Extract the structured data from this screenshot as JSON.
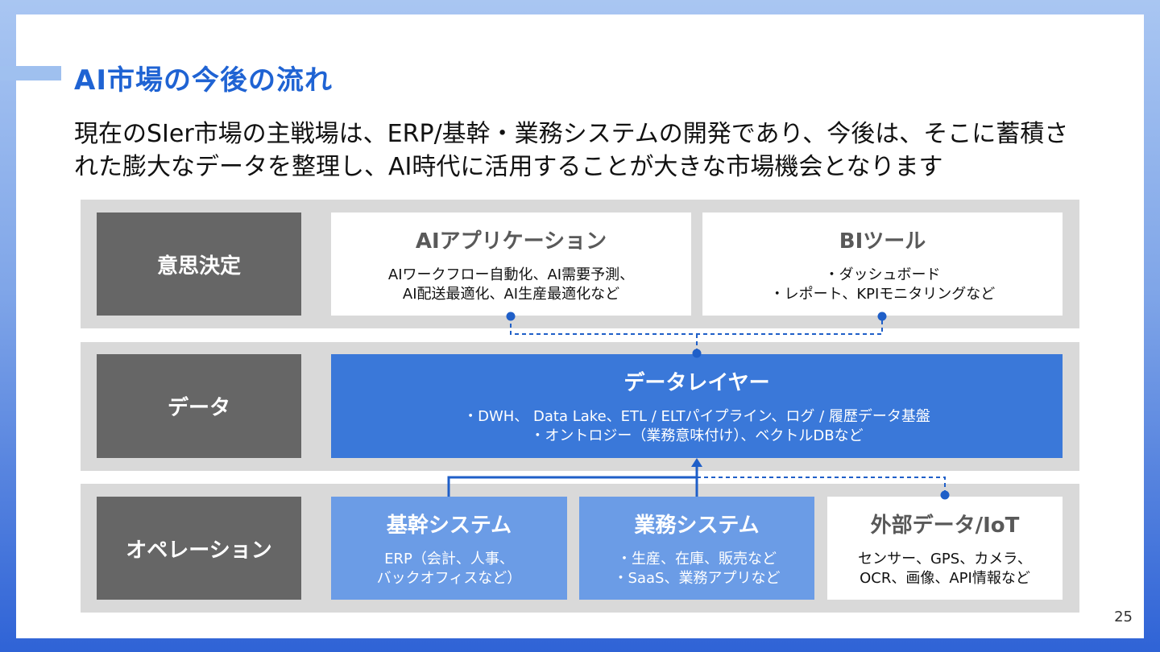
{
  "slide": {
    "title": "AI市場の今後の流れ",
    "lead": "現在のSIer市場の主戦場は、ERP/基幹・業務システムの開発であり、今後は、そこに蓄積された膨大なデータを整理し、AI時代に活用することが大きな市場機会となります",
    "page_number": "25"
  },
  "layers": {
    "decision": {
      "label": "意思決定",
      "ai_apps": {
        "title": "AIアプリケーション",
        "desc": "AIワークフロー自動化、AI需要予測、\nAI配送最適化、AI生産最適化など"
      },
      "bi_tools": {
        "title": "BIツール",
        "desc": "・ダッシュボード\n・レポート、KPIモニタリングなど"
      }
    },
    "data": {
      "label": "データ",
      "data_layer": {
        "title": "データレイヤー",
        "desc": "・DWH、 Data Lake、ETL / ELTパイプライン、ログ / 履歴データ基盤\n・オントロジー（業務意味付け）、ベクトルDBなど"
      }
    },
    "operation": {
      "label": "オペレーション",
      "core_systems": {
        "title": "基幹システム",
        "desc": "ERP（会計、人事、\nバックオフィスなど）"
      },
      "business_systems": {
        "title": "業務システム",
        "desc": "・生産、在庫、販売など\n・SaaS、業務アプリなど"
      },
      "external_data": {
        "title": "外部データ/IoT",
        "desc": "センサー、GPS、カメラ、\nOCR、画像、API情報など"
      }
    }
  },
  "colors": {
    "title_blue": "#1f63d3",
    "layer_gray": "#d9d9d9",
    "label_gray": "#666666",
    "data_layer_blue": "#3a78d9",
    "operation_blue": "#6b9ce6",
    "connector_blue": "#1f5fc8"
  }
}
